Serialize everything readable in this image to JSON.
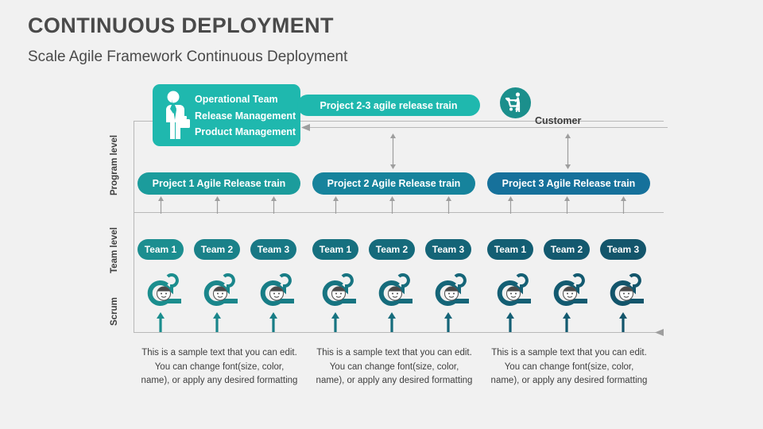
{
  "page": {
    "title": "CONTINUOUS DEPLOYMENT",
    "subtitle": "Scale Agile Framework Continuous Deployment",
    "background_color": "#f1f1f1",
    "title_color": "#4a4a4a"
  },
  "levels": {
    "program": "Program level",
    "team": "Team level",
    "scrum": "Scrum"
  },
  "operational_box": {
    "icon": "businessman-icon",
    "color": "#1fb8ae",
    "lines": [
      "Operational Team",
      "Release Management",
      "Product Management"
    ]
  },
  "top_release_train": {
    "label": "Project 2-3 agile release train",
    "color": "#1fb8ae"
  },
  "customer": {
    "label": "Customer",
    "icon": "shopping-cart-person-icon",
    "color": "#1b8f8c"
  },
  "projects": [
    {
      "label": "Project 1 Agile Release train",
      "color": "#1b9c9c"
    },
    {
      "label": "Project 2 Agile Release train",
      "color": "#16839c"
    },
    {
      "label": "Project 3 Agile Release train",
      "color": "#16719b"
    }
  ],
  "teams": [
    {
      "label": "Team 1",
      "color": "#1c8e90"
    },
    {
      "label": "Team 2",
      "color": "#1a8189"
    },
    {
      "label": "Team 3",
      "color": "#187885"
    },
    {
      "label": "Team 1",
      "color": "#16707f"
    },
    {
      "label": "Team 2",
      "color": "#156a7b"
    },
    {
      "label": "Team 3",
      "color": "#146477"
    },
    {
      "label": "Team 1",
      "color": "#135e73"
    },
    {
      "label": "Team 2",
      "color": "#13596f"
    },
    {
      "label": "Team 3",
      "color": "#13556b"
    }
  ],
  "scrum_icons": [
    {
      "name": "scrum-cycle-icon",
      "color": "#1b8e8e"
    },
    {
      "name": "scrum-cycle-icon",
      "color": "#1a868b"
    },
    {
      "name": "scrum-cycle-icon",
      "color": "#187d86"
    },
    {
      "name": "scrum-cycle-icon",
      "color": "#177481"
    },
    {
      "name": "scrum-cycle-icon",
      "color": "#166c7c"
    },
    {
      "name": "scrum-cycle-icon",
      "color": "#156578"
    },
    {
      "name": "scrum-cycle-icon",
      "color": "#145f74"
    },
    {
      "name": "scrum-cycle-icon",
      "color": "#135a70"
    },
    {
      "name": "scrum-cycle-icon",
      "color": "#13556b"
    }
  ],
  "up_arrows": [
    {
      "color": "#1b8e8e"
    },
    {
      "color": "#1a868b"
    },
    {
      "color": "#187d86"
    },
    {
      "color": "#177481"
    },
    {
      "color": "#166c7c"
    },
    {
      "color": "#156578"
    },
    {
      "color": "#145f74"
    },
    {
      "color": "#135a70"
    },
    {
      "color": "#13556b"
    }
  ],
  "footer_texts": [
    "This is a sample text that you can edit. You can change font(size, color, name), or apply any desired formatting",
    "This is a sample text that you can edit. You can change font(size, color, name), or apply any desired formatting",
    "This is a sample text that you can edit. You can change font(size, color, name), or apply any desired formatting"
  ],
  "connector_color": "#9e9e9e"
}
